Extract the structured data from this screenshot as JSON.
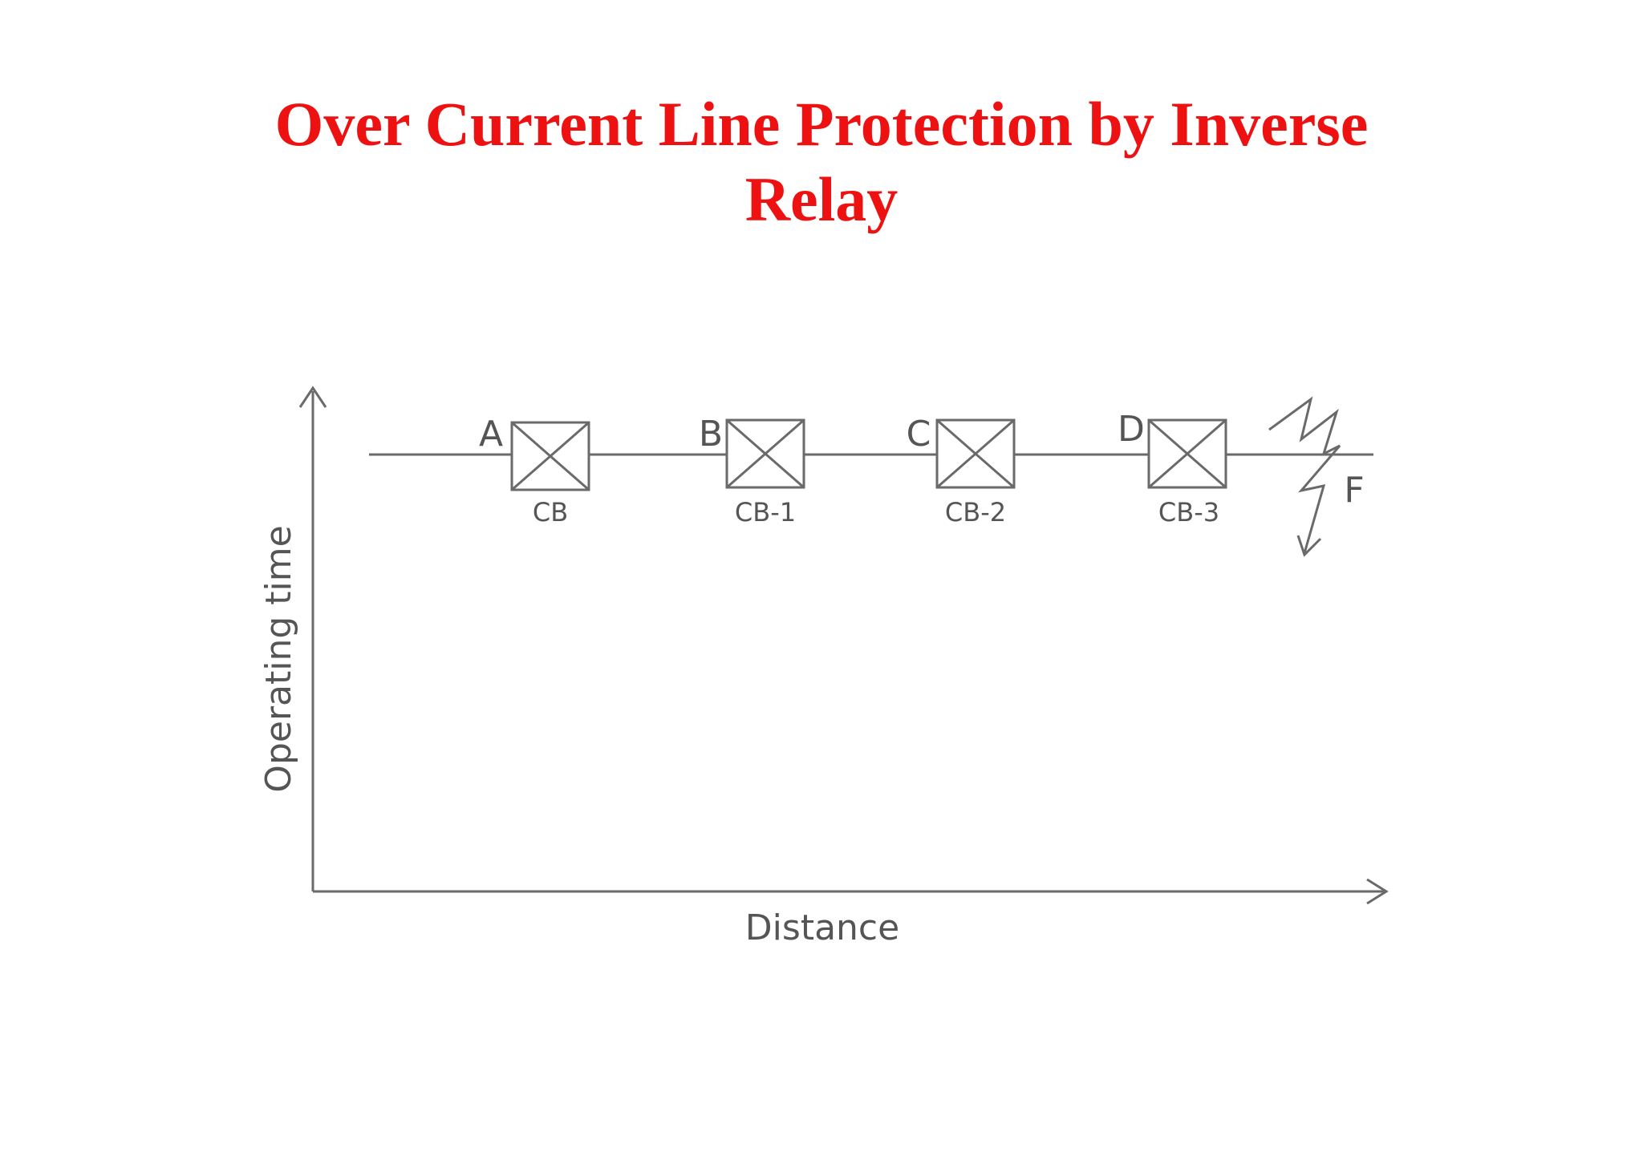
{
  "title": {
    "line1": "Over Current Line Protection by Inverse",
    "line2": "Relay"
  },
  "colors": {
    "title": "#ee1111",
    "diagram": "#6a6a6a"
  },
  "diagram": {
    "y_axis_label": "Operating time",
    "x_axis_label": "Distance",
    "breakers": [
      {
        "node": "A",
        "label": "CB"
      },
      {
        "node": "B",
        "label": "CB-1"
      },
      {
        "node": "C",
        "label": "CB-2"
      },
      {
        "node": "D",
        "label": "CB-3"
      }
    ],
    "fault_label": "F"
  }
}
